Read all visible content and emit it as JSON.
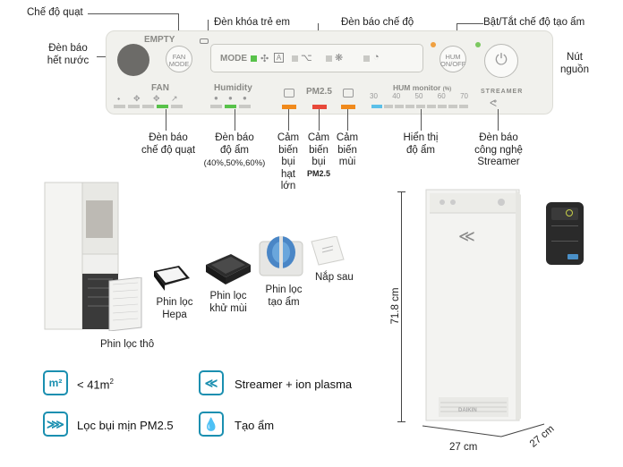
{
  "callouts": {
    "fan_indicator": "Chế độ quạt",
    "child_lock": "Đèn khóa trẻ em",
    "mode_indicator": "Đèn báo chế độ",
    "hum_toggle": "Bật/Tắt chế độ tạo ẩm",
    "water_empty": [
      "Đèn báo",
      "hết nước"
    ],
    "power_button": [
      "Nút",
      "nguồn"
    ],
    "fan_mode_light": [
      "Đèn báo",
      "chế độ quạt"
    ],
    "humidity_light": [
      "Đèn báo",
      "độ ẩm",
      "(40%,50%,60%)"
    ],
    "dust_sensor": [
      "Cảm",
      "biến",
      "bụi",
      "hạt",
      "lớn"
    ],
    "pm_sensor": [
      "Cảm",
      "biến",
      "bụi",
      "PM2.5"
    ],
    "odor_sensor": [
      "Cảm",
      "biến",
      "mùi"
    ],
    "hum_display": [
      "Hiển thị",
      "độ ẩm"
    ],
    "streamer_light": [
      "Đèn báo",
      "công nghệ",
      "Streamer"
    ]
  },
  "panel": {
    "empty": "EMPTY",
    "fan_mode_btn": [
      "FAN",
      "MODE"
    ],
    "mode_label": "MODE",
    "hum_btn": [
      "HUM",
      "ON/OFF"
    ],
    "fan_label": "FAN",
    "humidity_label": "Humidity",
    "pm25_label": "PM2.5",
    "hum_monitor_label": "HUM monitor",
    "hum_monitor_unit": "(%)",
    "hum_scale": [
      "30",
      "40",
      "50",
      "60",
      "70"
    ],
    "streamer_label": "STREAMER"
  },
  "colors": {
    "accent_blue": "#1a8fb0",
    "led_green": "#58c24a",
    "led_orange": "#f08a1c",
    "led_red": "#e8493a",
    "led_blue": "#5cc0e8",
    "orange_dot": "#f0a040",
    "green_dot": "#7cc860"
  },
  "parts": {
    "coarse_filter": "Phin lọc thô",
    "hepa_filter": [
      "Phin lọc",
      "Hepa"
    ],
    "deodor_filter": [
      "Phin lọc",
      "khử mùi"
    ],
    "humid_filter": [
      "Phin lọc",
      "tạo ẩm"
    ],
    "back_cover": "Nắp sau"
  },
  "features": {
    "area": "< 41m",
    "area_sup": "2",
    "area_icon": "m²",
    "streamer": "Streamer + ion plasma",
    "pm25": "Lọc bụi mịn PM2.5",
    "humidify": "Tạo ẩm"
  },
  "dimensions": {
    "height": "71.8 cm",
    "width": "27 cm",
    "depth": "27 cm"
  },
  "brand": "DAIKIN"
}
